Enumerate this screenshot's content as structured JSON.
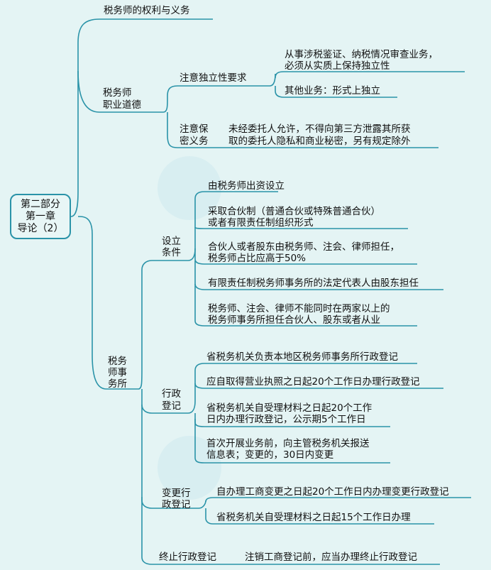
{
  "root": {
    "lines": [
      "第二部分",
      "第一章",
      "导论（2）"
    ]
  },
  "branch1": {
    "label": "税务师的权利与义务"
  },
  "branch2": {
    "label": [
      "税务师",
      "职业道德"
    ],
    "independence": {
      "label": "注意独立性要求",
      "item1": [
        "从事涉税鉴证、纳税情况审查业务，",
        "必须从实质上保持独立性"
      ],
      "item2": "其他业务：形式上独立"
    },
    "confidentiality": {
      "label": [
        "注意保",
        "密义务"
      ],
      "text": [
        "未经委托人允许，不得向第三方泄露其所获",
        "取的委托人隐私和商业秘密，另有规定除外"
      ]
    }
  },
  "branch3": {
    "label": [
      "税务",
      "师事",
      "务所"
    ],
    "setup": {
      "label": [
        "设立",
        "条件"
      ],
      "items": [
        [
          "由税务师出资设立"
        ],
        [
          "采取合伙制（普通合伙或特殊普通合伙）",
          "或者有限责任制组织形式"
        ],
        [
          "合伙人或者股东由税务师、注会、律师担任，",
          "税务师占比应高于50%"
        ],
        [
          "有限责任制税务师事务所的法定代表人由股东担任"
        ],
        [
          "税务师、注会、律师不能同时在两家以上的",
          "税务师事务所担任合伙人、股东或者从业"
        ]
      ]
    },
    "admin": {
      "label": [
        "行政",
        "登记"
      ],
      "items": [
        [
          "省税务机关负责本地区税务师事务所行政登记"
        ],
        [
          "应自取得营业执照之日起20个工作日办理行政登记"
        ],
        [
          "省税务机关自受理材料之日起20个工作",
          "日内办理行政登记，公示期5个工作日"
        ],
        [
          "首次开展业务前，向主管税务机关报送",
          "信息表；变更的，30日内变更"
        ]
      ]
    },
    "change": {
      "label": [
        "变更行",
        "政登记"
      ],
      "items": [
        [
          "自办理工商变更之日起20个工作日内办理变更行政登记"
        ],
        [
          "省税务机关自受理材料之日起15个工作日办理"
        ]
      ]
    },
    "terminate": {
      "label": "终止行政登记",
      "text": "注销工商登记前，应当办理终止行政登记"
    }
  },
  "colors": {
    "line": "#2a93a8",
    "background": "#e4f4f4",
    "text": "#111111"
  }
}
